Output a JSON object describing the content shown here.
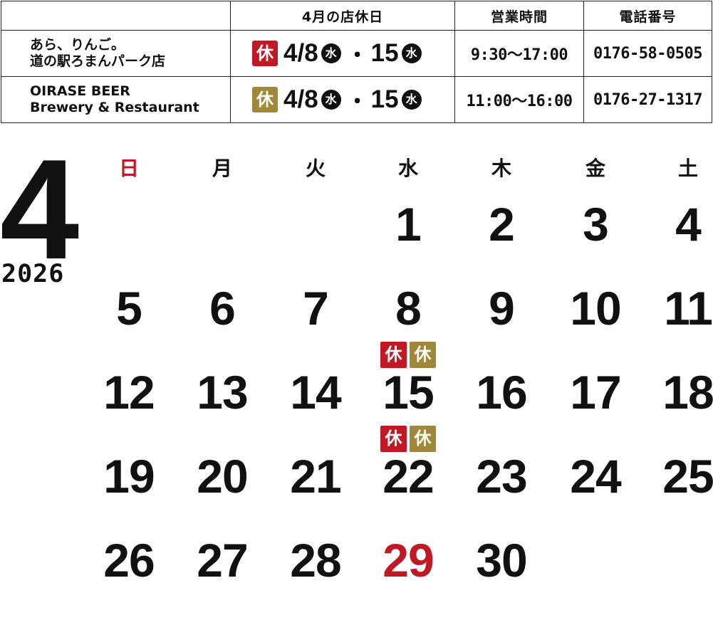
{
  "table": {
    "headers": [
      "",
      "4月の店休日",
      "営業時間",
      "電話番号"
    ],
    "rows": [
      {
        "name_line1": "あら、りんご。",
        "name_line2": "道の駅ろまんパーク店",
        "badge": "休",
        "badge_color": "#c01824",
        "date1": "4/8",
        "day1": "水",
        "separator": "・",
        "date2": "15",
        "day2": "水",
        "hours": "9:30〜17:00",
        "phone": "0176-58-0505"
      },
      {
        "name_line1": "OIRASE BEER",
        "name_line2": "Brewery & Restaurant",
        "badge": "休",
        "badge_color": "#a0873a",
        "date1": "4/8",
        "day1": "水",
        "separator": "・",
        "date2": "15",
        "day2": "水",
        "hours": "11:00〜16:00",
        "phone": "0176-27-1317"
      }
    ]
  },
  "calendar": {
    "month": "4",
    "year": "2026",
    "weekdays": [
      "日",
      "月",
      "火",
      "水",
      "木",
      "金",
      "土"
    ],
    "start_weekday_index": 3,
    "days_in_month": 30,
    "red_days": [
      29
    ],
    "closed_days": [
      8,
      15
    ],
    "closed_badge_label": "休",
    "closed_badge_colors": [
      "#c01824",
      "#a0873a"
    ],
    "sunday_color": "#c01824"
  }
}
